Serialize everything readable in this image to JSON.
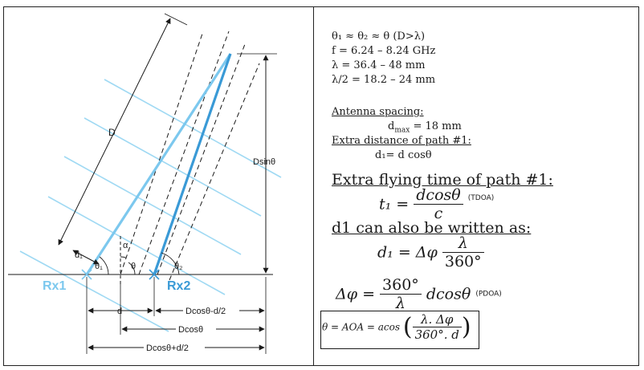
{
  "diagram": {
    "labels": {
      "D": "D",
      "dsin": "Dsinθ",
      "d1": "d₁",
      "theta1": "θ₁",
      "alpha": "α",
      "theta": "θ",
      "theta2": "θ₂",
      "rx1": "Rx1",
      "rx2": "Rx2",
      "d": "d",
      "dcos_minus": "Dcosθ-d/2",
      "dcos": "Dcosθ",
      "dcos_plus": "Dcosθ+d/2"
    },
    "colors": {
      "path1": "#7cc8ee",
      "path2": "#3a9ad6",
      "wavefront": "#9fd9f3",
      "rx1": "#7cc8ee",
      "rx2": "#3a9ad6",
      "line": "#1a1a1a"
    }
  },
  "text": {
    "line1": "θ₁ ≈ θ₂ ≈ θ (D>λ)",
    "line2": "f = 6.24 – 8.24 GHz",
    "line3": "λ = 36.4 – 48 mm",
    "line4": "λ/2 = 18.2 – 24 mm",
    "antenna_spacing": "Antenna spacing:",
    "dmax_d": "d",
    "dmax_sub": "max",
    "dmax_value": " = 18 mm",
    "extra_distance": "Extra distance of path #1:",
    "d1_formula": "d₁= d cosθ",
    "extra_time": "Extra flying time of path #1:",
    "t1_lhs": "t₁ =",
    "t1_num": "dcosθ",
    "t1_den": "c",
    "tdoa": "(TDOA)",
    "d1_written": "d1 can also be written as:",
    "d1_lhs": "d₁ = Δφ",
    "d1_num": "λ",
    "d1_den": "360°",
    "dphi_lhs": "Δφ =",
    "dphi_num": "360°",
    "dphi_den": "λ",
    "dphi_rhs": "dcosθ",
    "pdoa": "(PDOA)",
    "aoa_lhs": "θ = AOA = acos",
    "aoa_num": "λ. Δφ",
    "aoa_den": "360°. d"
  }
}
